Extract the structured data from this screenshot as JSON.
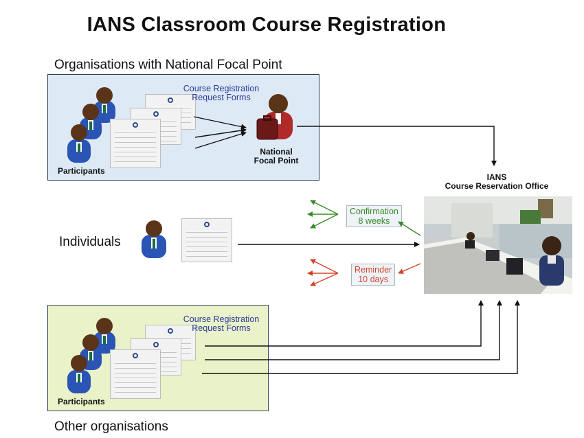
{
  "title": "IANS Classroom Course Registration",
  "nfp_section": {
    "label": "Organisations with National Focal Point",
    "forms_label_line1": "Course Registration",
    "forms_label_line2": "Request Forms",
    "participants": "Participants",
    "focal_point_line1": "National",
    "focal_point_line2": "Focal Point"
  },
  "individuals": {
    "label": "Individuals"
  },
  "other_section": {
    "label": "Other organisations",
    "forms_label_line1": "Course Registration",
    "forms_label_line2": "Request Forms",
    "participants": "Participants"
  },
  "office": {
    "line1": "IANS",
    "line2": "Course Reservation Office"
  },
  "confirmation": {
    "line1": "Confirmation",
    "line2": "8 weeks",
    "color": "#3a8a2a"
  },
  "reminder": {
    "line1": "Reminder",
    "line2": "10 days",
    "color": "#d2442a"
  },
  "colors": {
    "form_label": "#2b3a9a",
    "person_suit": "#2a55b5",
    "focal_suit": "#b02a2a"
  }
}
